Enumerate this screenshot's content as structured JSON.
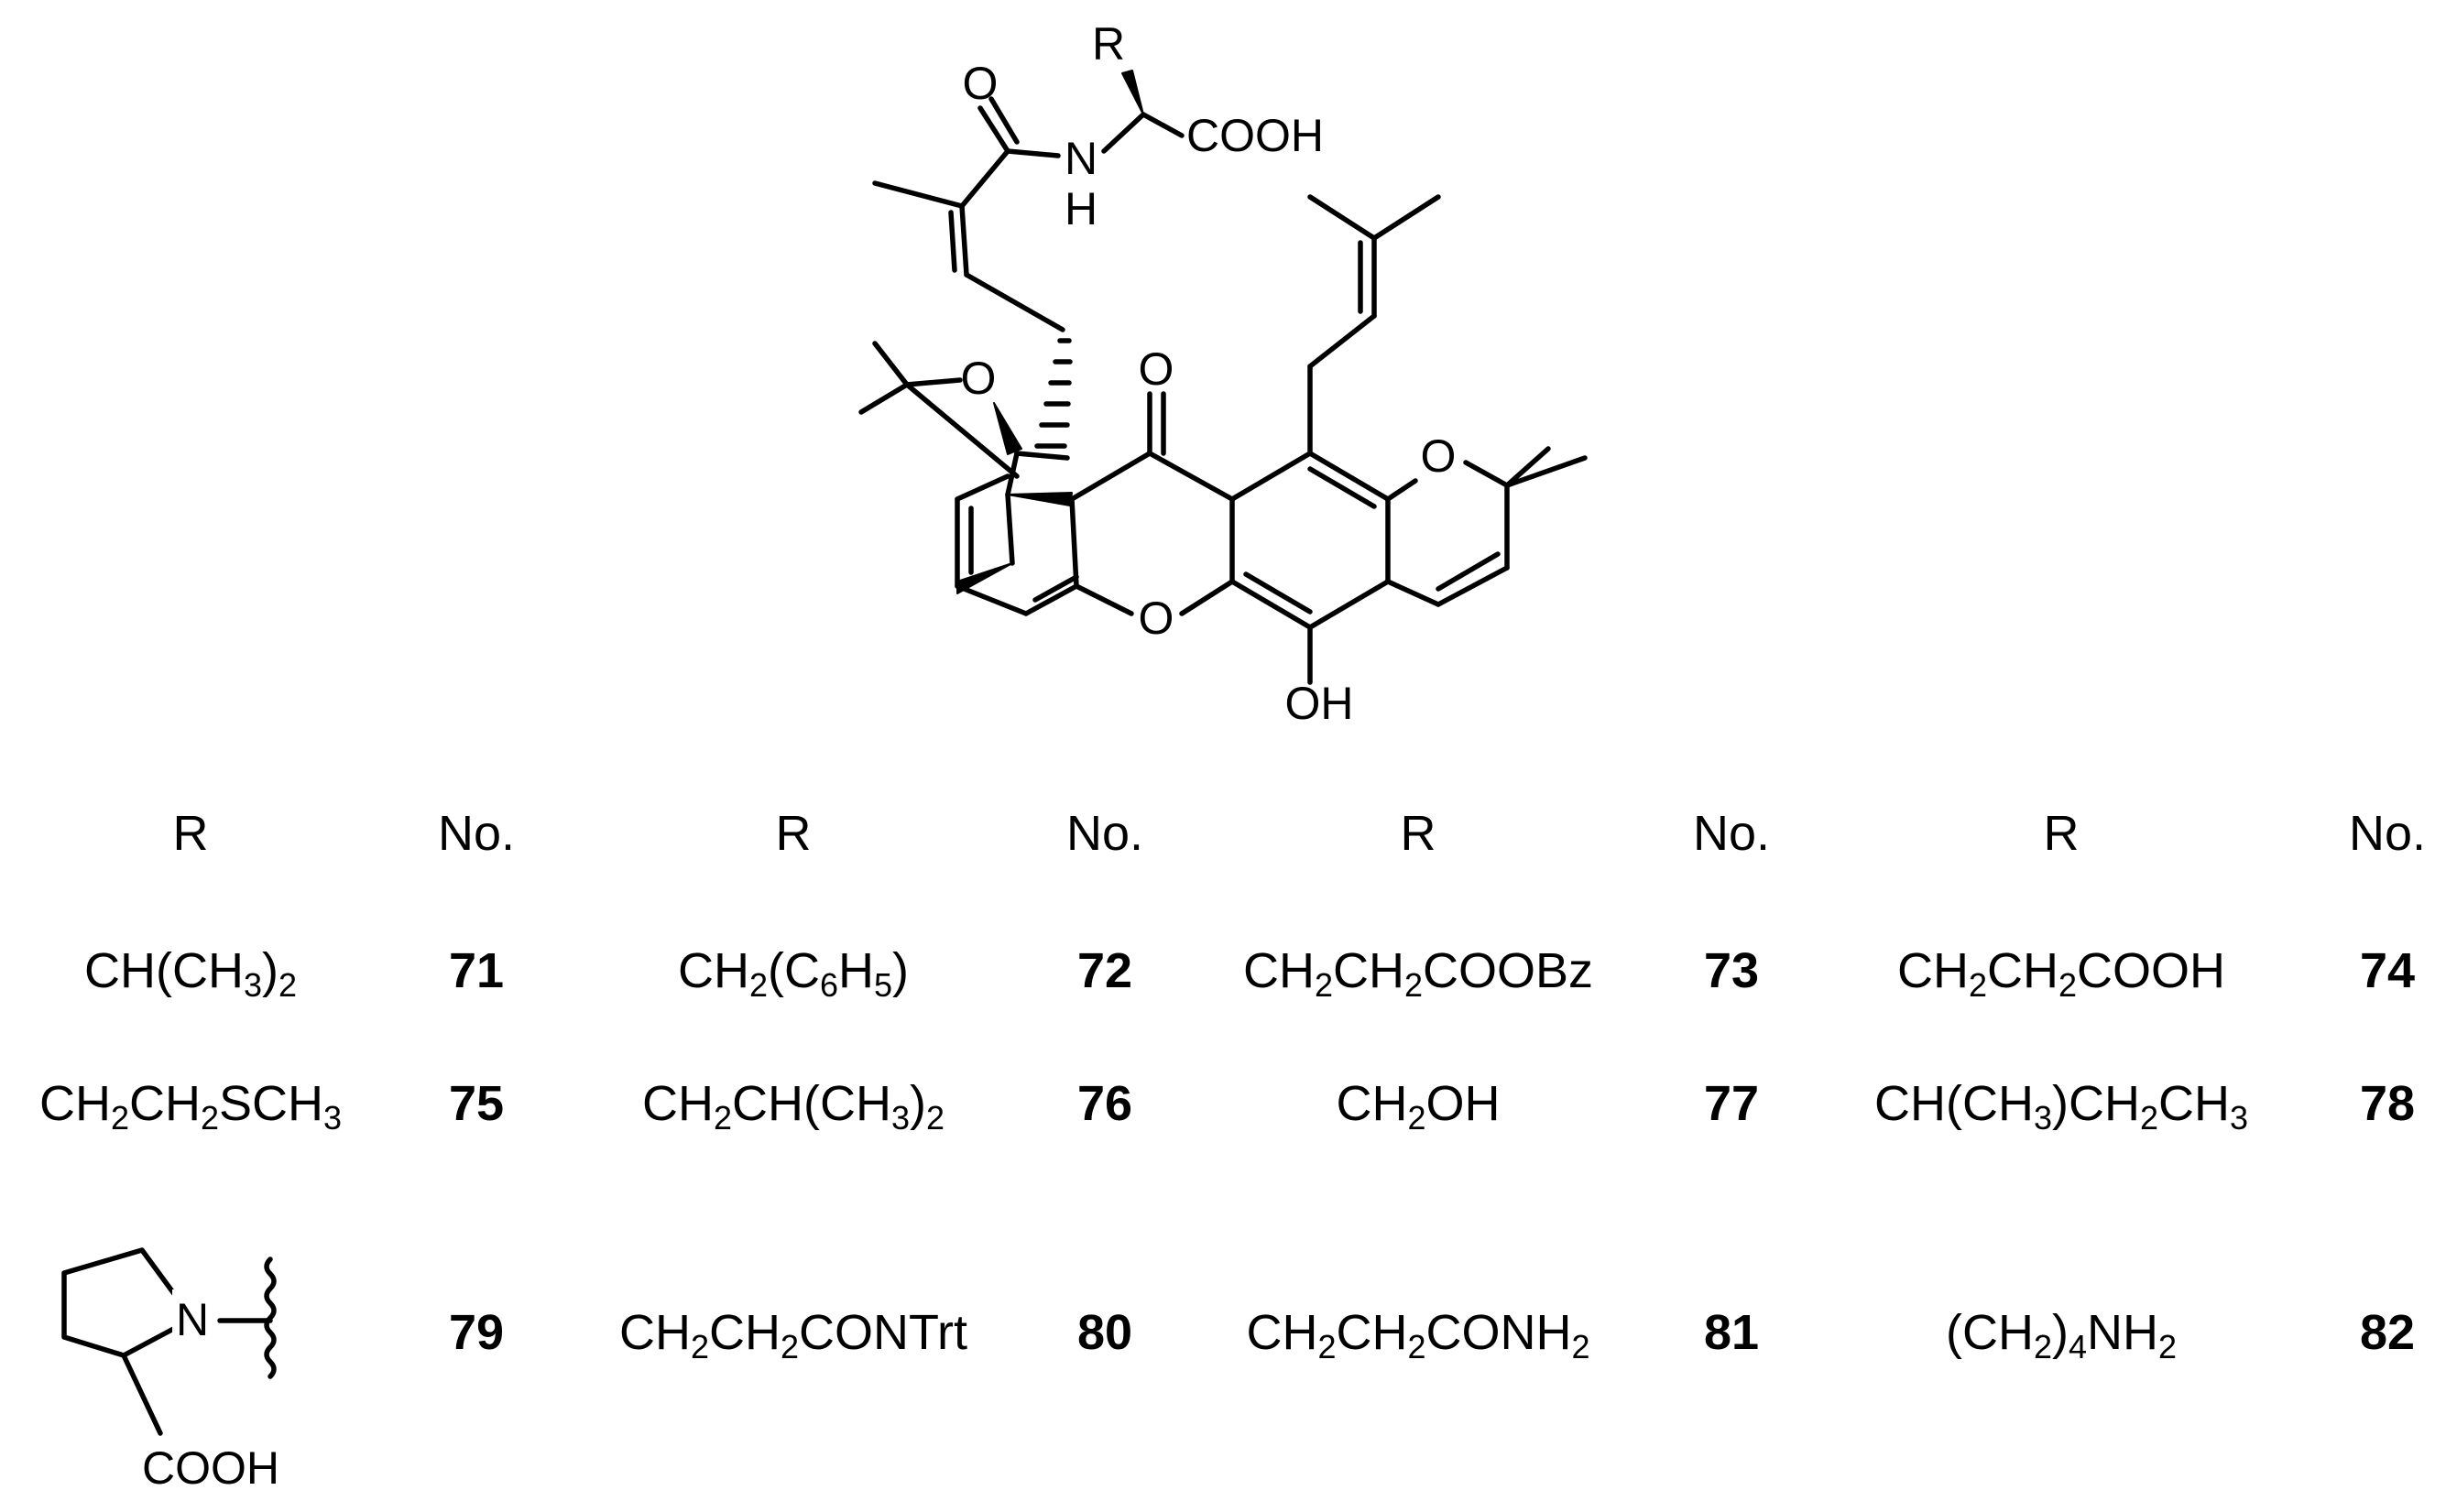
{
  "structure": {
    "atoms": {
      "r_label": "R",
      "carbonyl_o_amide": "O",
      "nh_n": "N",
      "nh_h": "H",
      "cooh": "COOH",
      "ketone_o": "O",
      "ether_o_cage": "O",
      "ether_o_xanthone": "O",
      "ether_o_chromene": "O",
      "hydroxyl": "OH"
    }
  },
  "table": {
    "headers": [
      "R",
      "No.",
      "R",
      "No.",
      "R",
      "No.",
      "R",
      "No."
    ],
    "rows": [
      [
        {
          "r": "CH(CH3)2",
          "no": "71"
        },
        {
          "r": "CH2(C6H5)",
          "no": "72"
        },
        {
          "r": "CH2CH2COOBz",
          "no": "73"
        },
        {
          "r": "CH2CH2COOH",
          "no": "74"
        }
      ],
      [
        {
          "r": "CH2CH2SCH3",
          "no": "75"
        },
        {
          "r": "CH2CH(CH3)2",
          "no": "76"
        },
        {
          "r": "CH2OH",
          "no": "77"
        },
        {
          "r": "CH(CH3)CH2CH3",
          "no": "78"
        }
      ],
      [
        {
          "r": "proline-structure",
          "no": "79"
        },
        {
          "r": "CH2CH2CONTrt",
          "no": "80"
        },
        {
          "r": "CH2CH2CONH2",
          "no": "81"
        },
        {
          "r": "(CH2)4NH2",
          "no": "82"
        }
      ]
    ],
    "proline": {
      "n_label": "N",
      "cooh_label": "COOH"
    }
  }
}
